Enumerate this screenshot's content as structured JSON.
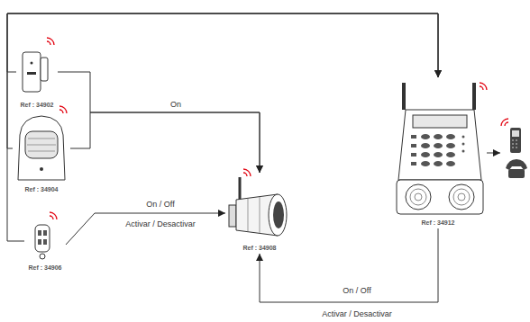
{
  "diagram": {
    "nodes": [
      {
        "text": [
          "Ref : 34902"
        ]
      },
      {
        "text": [
          "Ref : 34904"
        ]
      },
      {
        "text": [
          "Ref : 34906"
        ]
      },
      {
        "text": [
          "Ref : 34908"
        ]
      },
      {
        "text": [
          "Ref : 34912"
        ]
      }
    ],
    "edges": [
      {
        "from": 0,
        "to": 3,
        "label": "On",
        "arrow": "to"
      },
      {
        "from": 1,
        "to": 3,
        "arrow": "to"
      },
      {
        "from": 2,
        "to": 3,
        "label": "On / Off",
        "arrow": "to"
      },
      {
        "from": 4,
        "to": 3,
        "label": "On / Off",
        "arrow": "to"
      },
      {
        "from": 0,
        "to": 4,
        "arrow": "to"
      },
      {
        "from": 1,
        "to": 4,
        "arrow": "to"
      },
      {
        "from": 2,
        "to": 4,
        "arrow": "to"
      }
    ],
    "labels": [
      "Activar / Desactivar",
      "Activar / Desactivar"
    ]
  }
}
